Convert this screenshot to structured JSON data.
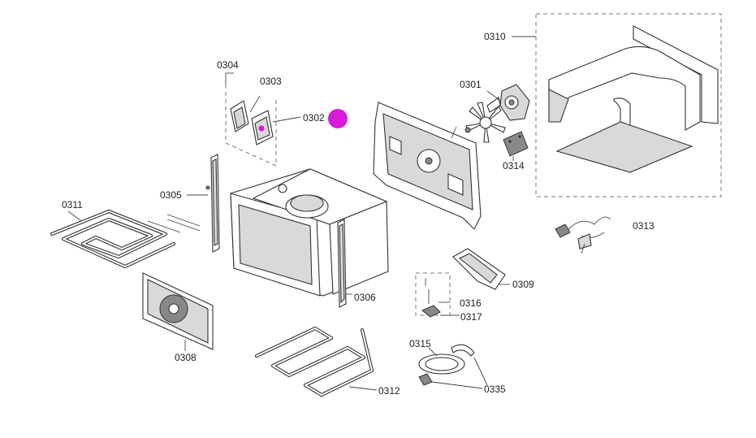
{
  "diagram": {
    "labels": {
      "p0301": "0301",
      "p0302": "0302",
      "p0303": "0303",
      "p0304": "0304",
      "p0305": "0305",
      "p0306": "0306",
      "p0308": "0308",
      "p0309": "0309",
      "p0310": "0310",
      "p0311": "0311",
      "p0312": "0312",
      "p0313": "0313",
      "p0314": "0314",
      "p0315": "0315",
      "p0316": "0316",
      "p0317": "0317",
      "p0335": "0335"
    },
    "highlight_color": "#d81bd8"
  }
}
